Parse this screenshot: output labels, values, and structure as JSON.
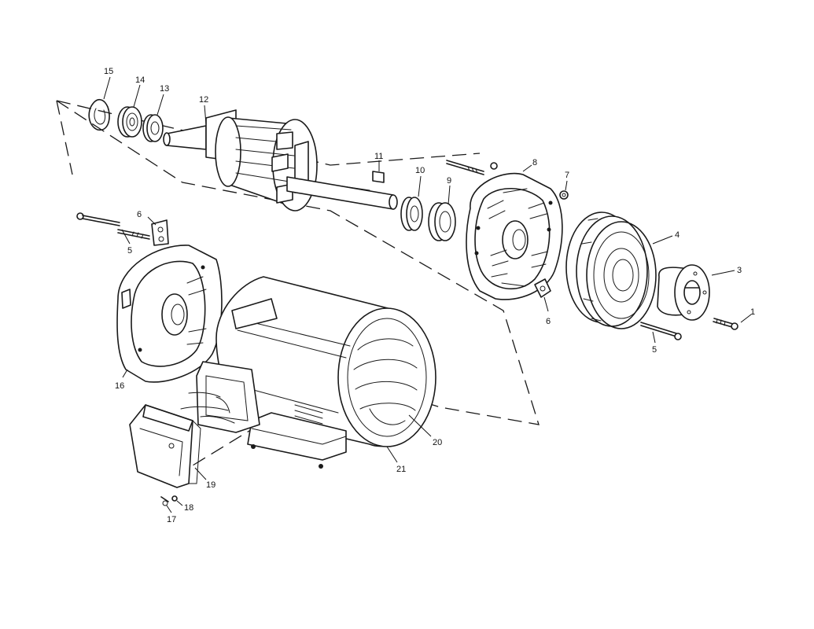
{
  "callouts": [
    {
      "id": "1",
      "label": "1"
    },
    {
      "id": "3",
      "label": "3"
    },
    {
      "id": "4",
      "label": "4"
    },
    {
      "id": "5a",
      "label": "5"
    },
    {
      "id": "5b",
      "label": "5"
    },
    {
      "id": "6a",
      "label": "6"
    },
    {
      "id": "6b",
      "label": "6"
    },
    {
      "id": "7",
      "label": "7"
    },
    {
      "id": "8",
      "label": "8"
    },
    {
      "id": "9",
      "label": "9"
    },
    {
      "id": "10",
      "label": "10"
    },
    {
      "id": "11",
      "label": "11"
    },
    {
      "id": "12",
      "label": "12"
    },
    {
      "id": "13",
      "label": "13"
    },
    {
      "id": "14",
      "label": "14"
    },
    {
      "id": "15",
      "label": "15"
    },
    {
      "id": "16",
      "label": "16"
    },
    {
      "id": "17",
      "label": "17"
    },
    {
      "id": "18",
      "label": "18"
    },
    {
      "id": "19",
      "label": "19"
    },
    {
      "id": "20",
      "label": "20"
    },
    {
      "id": "21",
      "label": "21"
    }
  ]
}
